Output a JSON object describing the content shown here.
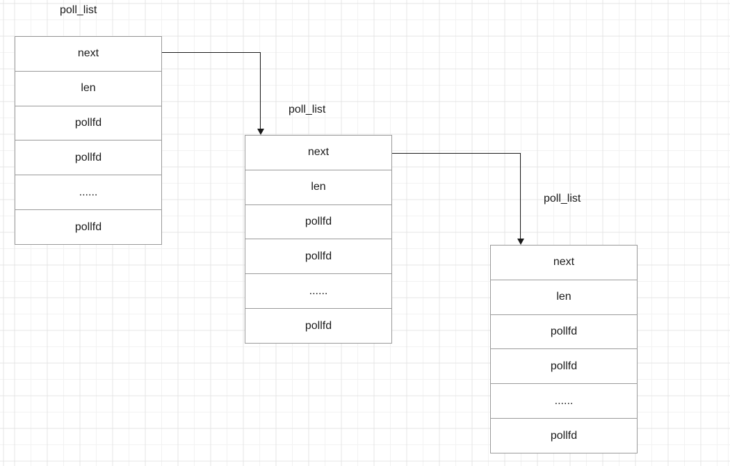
{
  "nodes": [
    {
      "label": "poll_list",
      "fields": [
        "next",
        "len",
        "pollfd",
        "pollfd",
        "......",
        "pollfd"
      ]
    },
    {
      "label": "poll_list",
      "fields": [
        "next",
        "len",
        "pollfd",
        "pollfd",
        "......",
        "pollfd"
      ]
    },
    {
      "label": "poll_list",
      "fields": [
        "next",
        "len",
        "pollfd",
        "pollfd",
        "......",
        "pollfd"
      ]
    }
  ],
  "edges": [
    {
      "from": "node-1:next",
      "to": "node-2",
      "style": "elbow-arrow"
    },
    {
      "from": "node-2:next",
      "to": "node-3",
      "style": "elbow-arrow"
    }
  ],
  "colors": {
    "background": "#ffffff",
    "grid_minor": "#f2f2f2",
    "grid_major": "#e4e4e4",
    "box_fill": "#ffffff",
    "box_border": "#999999",
    "arrow": "#1a1a1a",
    "text": "#1a1a1a"
  }
}
